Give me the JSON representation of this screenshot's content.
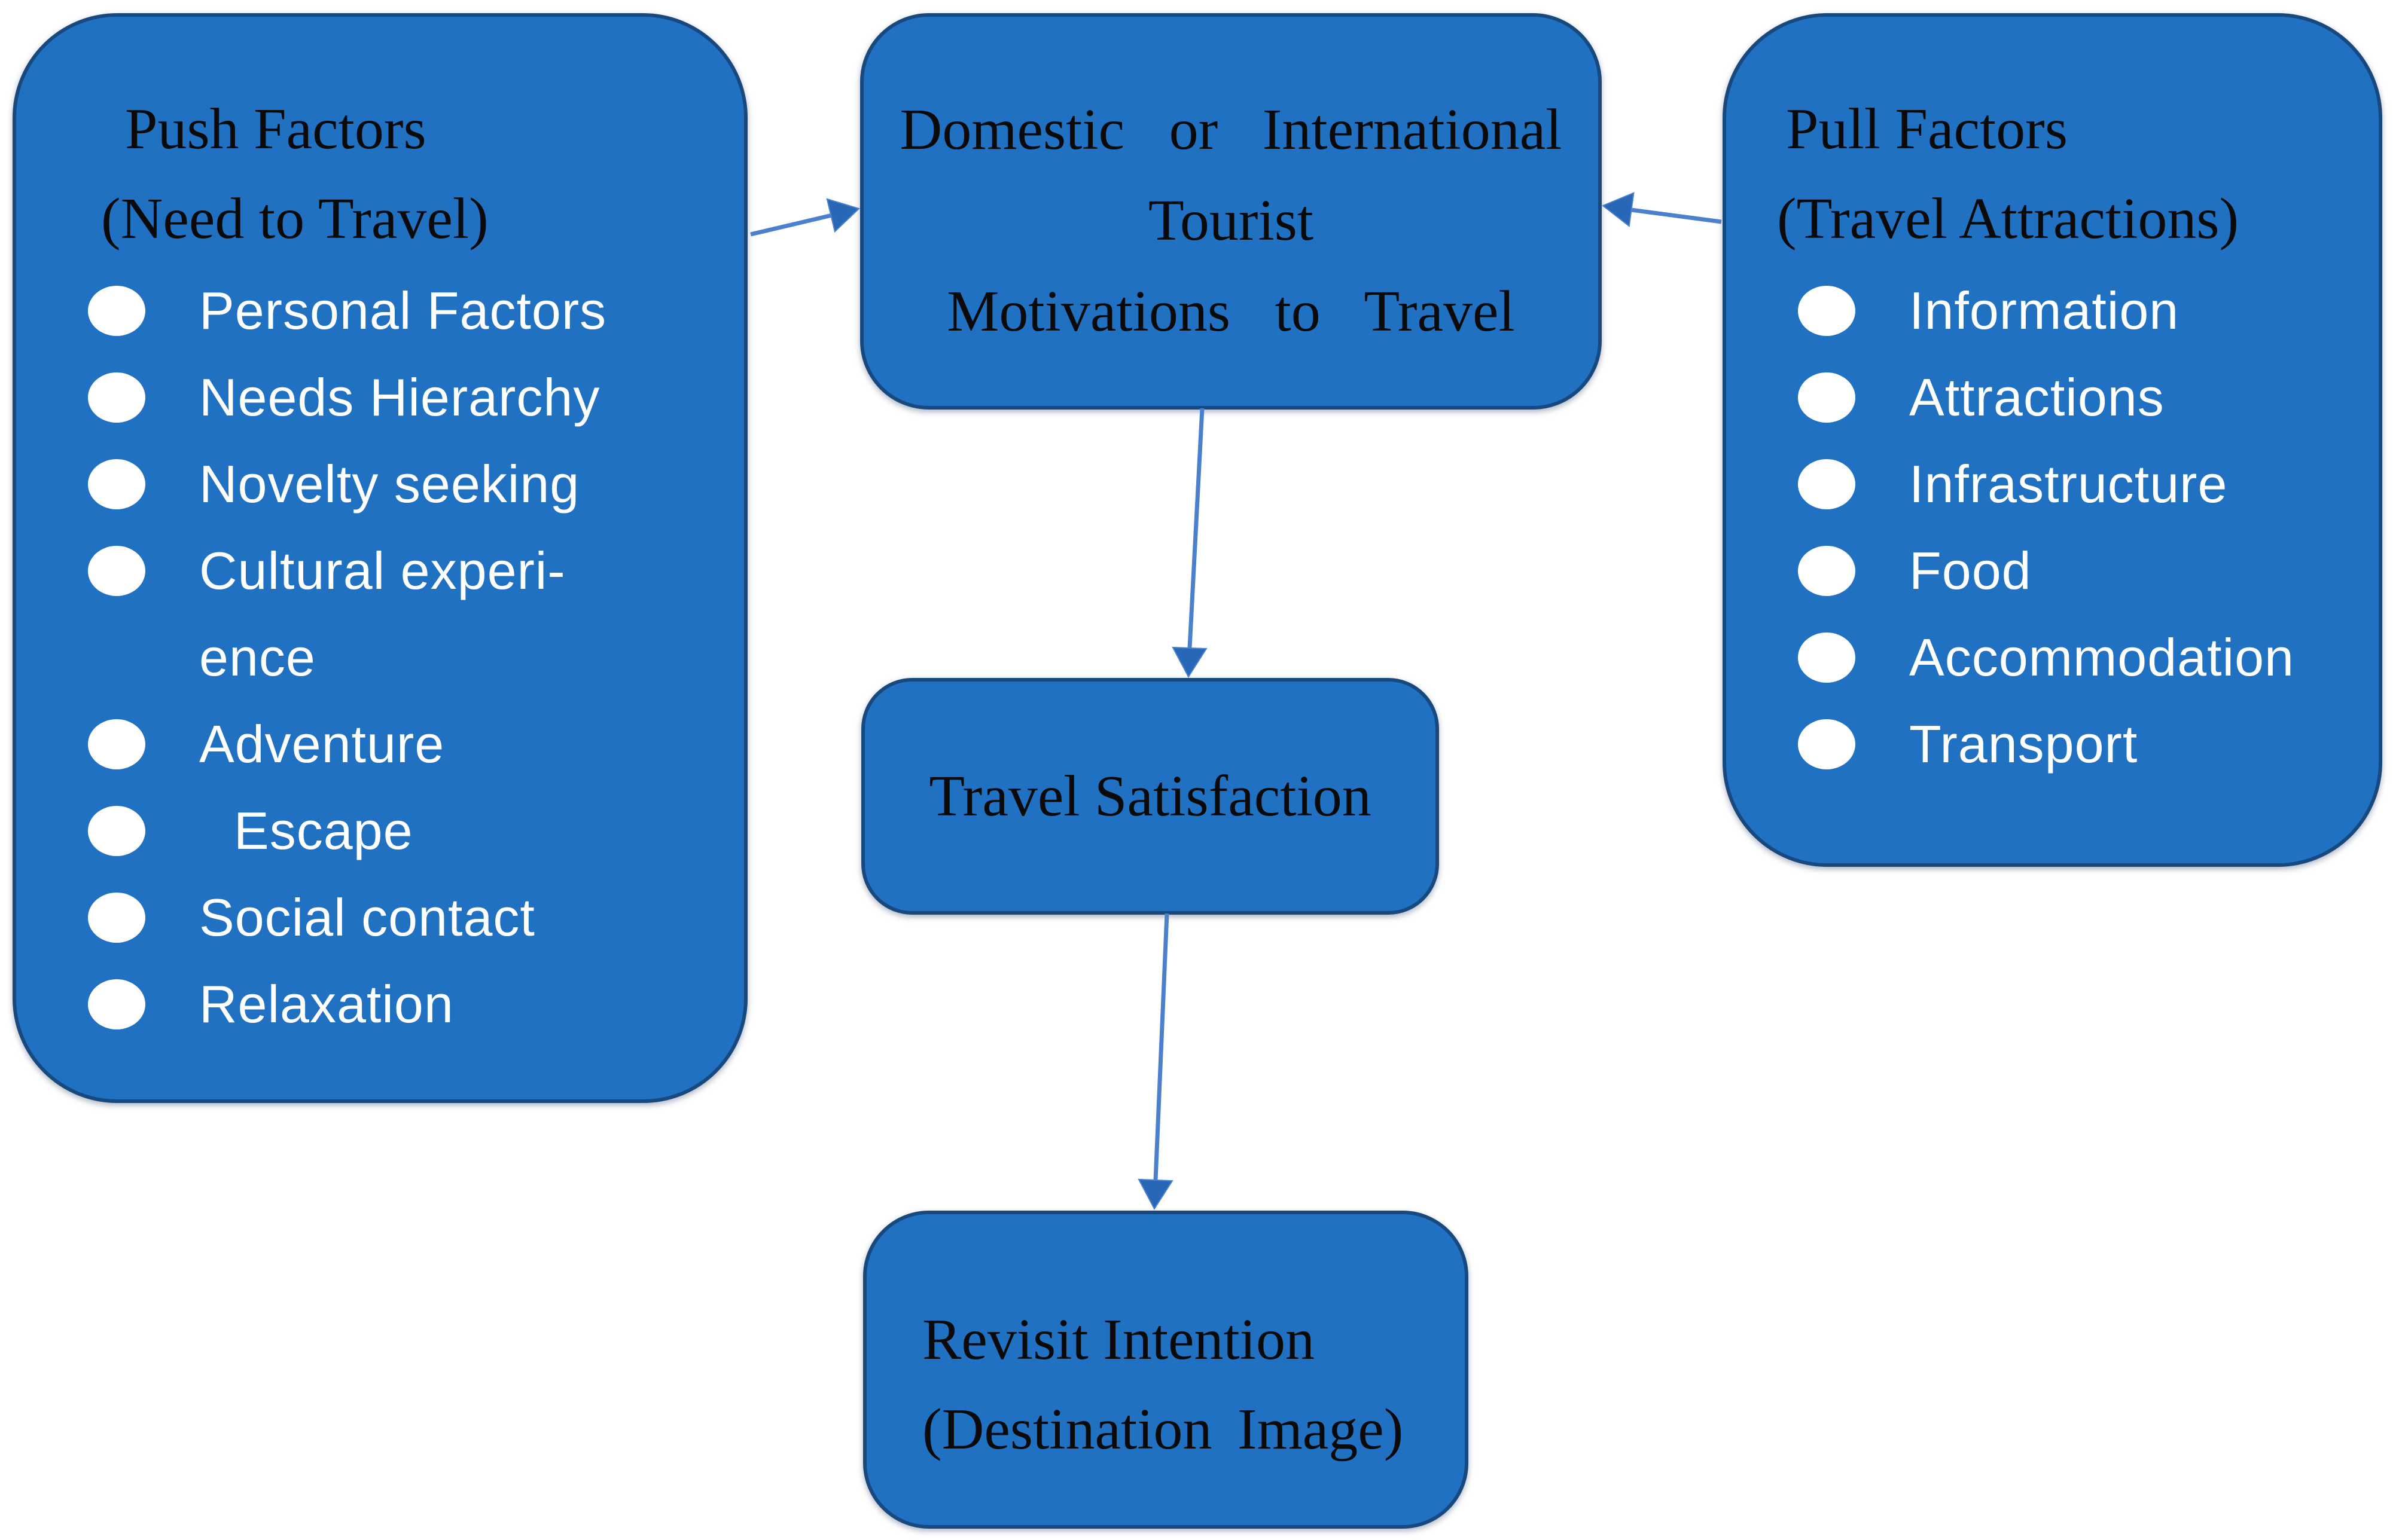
{
  "nodes": {
    "push": {
      "title": "Push Factors",
      "subtitle": "(Need to Travel)",
      "items": [
        "Personal Factors",
        "Needs Hierarchy",
        "Novelty seeking",
        "Cultural experi-",
        "ence",
        "Adventure",
        "Escape",
        "Social contact",
        "Relaxation"
      ]
    },
    "motivations": {
      "lines": [
        "Domestic or International",
        "Tourist",
        "Motivations to Travel"
      ]
    },
    "pull": {
      "title": "Pull Factors",
      "subtitle": "(Travel Attractions)",
      "items": [
        "Information",
        "Attractions",
        "Infrastructure",
        "Food",
        "Accommodation",
        "Transport"
      ]
    },
    "satisfaction": {
      "label": "Travel Satisfaction"
    },
    "revisit": {
      "lines": [
        "Revisit Intention",
        "(Destination Image)"
      ]
    }
  },
  "edges": [
    {
      "from": "push-factors",
      "to": "tourist-motivations"
    },
    {
      "from": "pull-factors",
      "to": "tourist-motivations"
    },
    {
      "from": "tourist-motivations",
      "to": "travel-satisfaction"
    },
    {
      "from": "travel-satisfaction",
      "to": "revisit-intention"
    }
  ],
  "colors": {
    "node_fill": "#2171c3",
    "node_border": "#17497f",
    "arrow": "#4a80cc",
    "heading_text": "#0a0a0a",
    "bullet_text": "#ffffff",
    "background": "#ffffff"
  }
}
